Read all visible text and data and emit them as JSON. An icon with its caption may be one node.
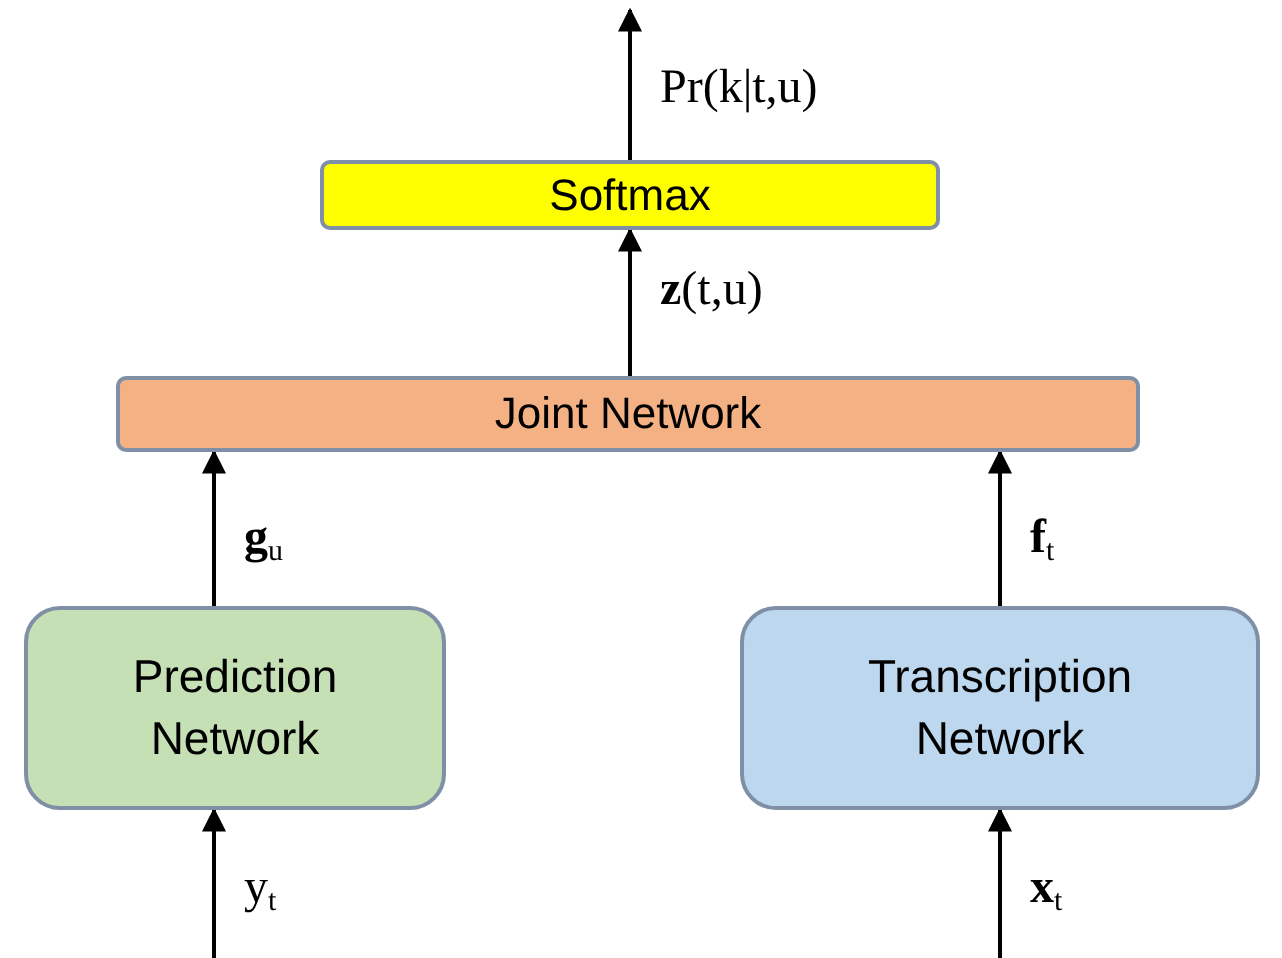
{
  "diagram": {
    "nodes": [
      {
        "text": [
          "Softmax"
        ]
      },
      {
        "text": [
          "Joint Network"
        ]
      },
      {
        "text": [
          "Prediction Network"
        ]
      },
      {
        "text": [
          "Transcription Network"
        ]
      }
    ],
    "edges": [
      {
        "from": 0,
        "to": null,
        "arrow": "to",
        "label": "Pr(k|t,u)"
      },
      {
        "from": 1,
        "to": 0,
        "arrow": "to",
        "label": "**z**(t,u)"
      },
      {
        "from": 2,
        "to": 1,
        "arrow": "to",
        "label": "**g**$_{u}$"
      },
      {
        "from": 3,
        "to": 1,
        "arrow": "to",
        "label": "**f**$_{t}$"
      },
      {
        "from": null,
        "to": 2,
        "arrow": "to",
        "label": "y$_{t}$"
      },
      {
        "from": null,
        "to": 3,
        "arrow": "to",
        "label": "**x**$_{t}$"
      }
    ]
  }
}
